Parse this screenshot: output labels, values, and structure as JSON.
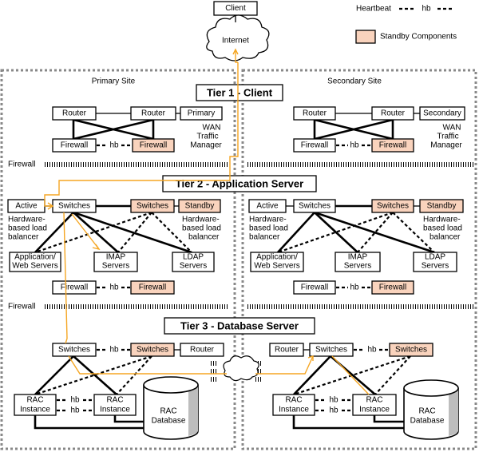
{
  "client": "Client",
  "internet": "Internet",
  "legend": {
    "heartbeat": "Heartbeat",
    "hb": "hb",
    "standby": "Standby Components"
  },
  "sites": {
    "primary": "Primary Site",
    "secondary": "Secondary Site"
  },
  "tiers": {
    "t1": "Tier 1 - Client",
    "t2": "Tier 2 - Application Server",
    "t3": "Tier 3 - Database Server"
  },
  "firewall_label": "Firewall",
  "router": "Router",
  "primary": "Primary",
  "secondary": "Secondary",
  "wan": [
    "WAN",
    "Traffic",
    "Manager"
  ],
  "firewall": "Firewall",
  "hb": "hb",
  "active": "Active",
  "switches": "Switches",
  "standby": "Standby",
  "hw_lb": [
    "Hardware-",
    "based load",
    "balancer"
  ],
  "app_servers": [
    "Application/",
    "Web Servers"
  ],
  "imap": [
    "IMAP",
    "Servers"
  ],
  "ldap": [
    "LDAP",
    "Servers"
  ],
  "rac_instance": [
    "RAC",
    "Instance"
  ],
  "rac_db": [
    "RAC",
    "Database"
  ],
  "colors": {
    "standby_fill": "#f9d3bd",
    "path": "#f5a623",
    "site_border": "#888888"
  }
}
